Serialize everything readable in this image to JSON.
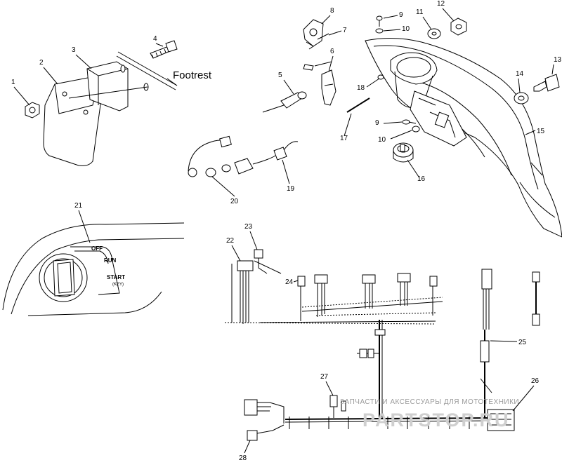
{
  "labels": {
    "l1": "1",
    "l2": "2",
    "l3": "3",
    "l4": "4",
    "l5": "5",
    "l6": "6",
    "l7": "7",
    "l8": "8",
    "l9a": "9",
    "l9b": "9",
    "l10a": "10",
    "l10b": "10",
    "l11": "11",
    "l12": "12",
    "l13": "13",
    "l14": "14",
    "l15": "15",
    "l16": "16",
    "l17": "17",
    "l18": "18",
    "l19": "19",
    "l20": "20",
    "l21": "21",
    "l22": "22",
    "l23": "23",
    "l24": "24",
    "l25": "25",
    "l26": "26",
    "l27": "27",
    "l28": "28"
  },
  "callout_footrest": "Footrest",
  "switch": {
    "off": "OFF",
    "run": "RUN",
    "start": "START",
    "start_sub": "(KEY)"
  },
  "watermark": {
    "text": "ЗАПЧАСТИ И АКСЕССУАРЫ ДЛЯ МОТОТЕХНИКИ",
    "brand": "PARTSTOP.RU"
  }
}
